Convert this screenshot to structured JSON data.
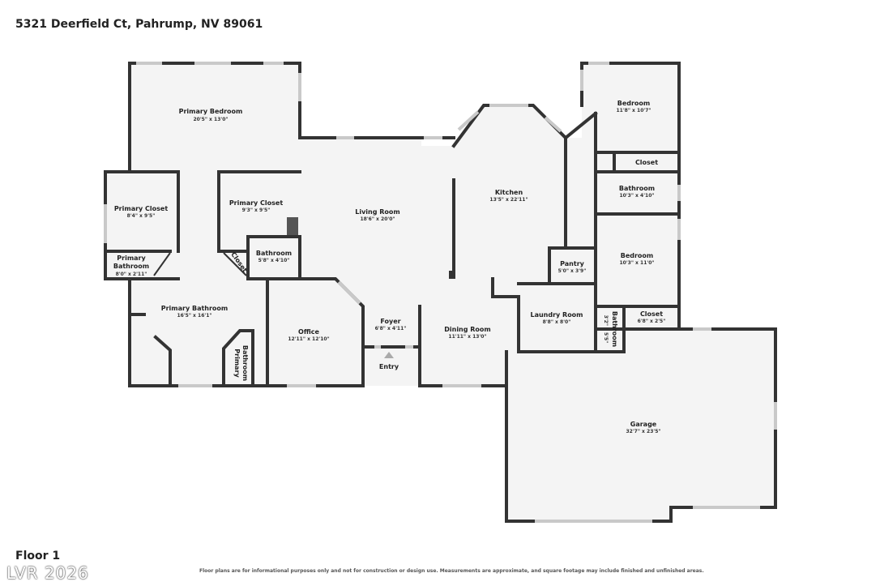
{
  "header": {
    "address": "5321 Deerfield Ct, Pahrump, NV 89061"
  },
  "footer": {
    "floor": "Floor 1",
    "disclaimer": "Floor plans are for informational purposes only and not for construction or design use. Measurements are approximate, and square footage may include finished and unfinished areas.",
    "watermark": "LVR 2026"
  },
  "rooms": {
    "primary_bedroom": {
      "name": "Primary Bedroom",
      "dims": "20'5\" x 13'0\""
    },
    "primary_closet_left": {
      "name": "Primary Closet",
      "dims": "8'4\" x 9'5\""
    },
    "primary_closet_right": {
      "name": "Primary Closet",
      "dims": "9'3\" x 9'5\""
    },
    "primary_bathroom_small": {
      "name_line1": "Primary",
      "name_line2": "Bathroom",
      "dims": "8'0\" x 2'11\""
    },
    "closet_diag": {
      "name": "Closet"
    },
    "bathroom_center": {
      "name": "Bathroom",
      "dims": "5'8\" x 4'10\""
    },
    "primary_bathroom_main": {
      "name": "Primary Bathroom",
      "dims": "16'5\" x 16'1\""
    },
    "primary_bathroom_vert": {
      "name_line1": "Primary",
      "name_line2": "Bathroom"
    },
    "office": {
      "name": "Office",
      "dims": "12'11\" x 12'10\""
    },
    "living_room": {
      "name": "Living Room",
      "dims": "18'6\" x 20'0\""
    },
    "foyer": {
      "name": "Foyer",
      "dims": "6'8\" x 4'11\""
    },
    "entry": {
      "name": "Entry"
    },
    "kitchen": {
      "name": "Kitchen",
      "dims": "13'5\" x 22'11\""
    },
    "dining_room": {
      "name": "Dining Room",
      "dims": "11'11\" x 13'0\""
    },
    "pantry": {
      "name": "Pantry",
      "dims": "5'0\" x 3'9\""
    },
    "laundry_room": {
      "name": "Laundry Room",
      "dims": "8'8\" x 8'0\""
    },
    "bedroom_top": {
      "name": "Bedroom",
      "dims": "11'8\" x 10'7\""
    },
    "closet_top": {
      "name": "Closet"
    },
    "bathroom_right": {
      "name": "Bathroom",
      "dims": "10'3\" x 4'10\""
    },
    "bedroom_mid": {
      "name": "Bedroom",
      "dims": "10'3\" x 11'0\""
    },
    "bathroom_small_vert": {
      "name": "Bathroom",
      "dims": "3'2\" x 5'5\""
    },
    "closet_small": {
      "name": "Closet",
      "dims": "6'8\" x 2'5\""
    },
    "garage": {
      "name": "Garage",
      "dims": "32'7\" x 23'5\""
    }
  }
}
